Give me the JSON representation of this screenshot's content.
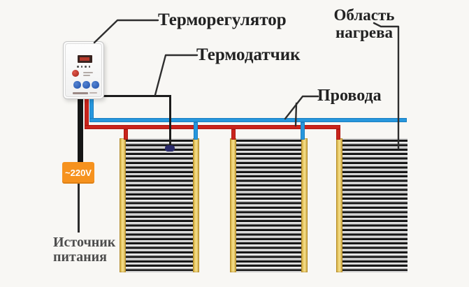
{
  "diagram": {
    "labels": {
      "thermoregulator": "Терморегулятор",
      "thermosensor": "Термодатчик",
      "heating_area": {
        "line1": "Область",
        "line2": "нагрева"
      },
      "wires": "Провода",
      "power_source": {
        "line1": "Источник",
        "line2": "питания"
      }
    },
    "power_box": {
      "voltage": "~220V"
    },
    "panels": {
      "count": 3
    },
    "colors": {
      "background": "#f8f7f4",
      "wire_red": "#c9241c",
      "wire_blue": "#2797dd",
      "wire_black": "#161616",
      "bus_yellow": "#e3bf55",
      "power_box_orange": "#f6921e",
      "sensor_navy": "#2a2a6a",
      "leader": "#2e2e2e",
      "label_text": "#222222",
      "power_source_text": "#4d4d4d"
    }
  }
}
